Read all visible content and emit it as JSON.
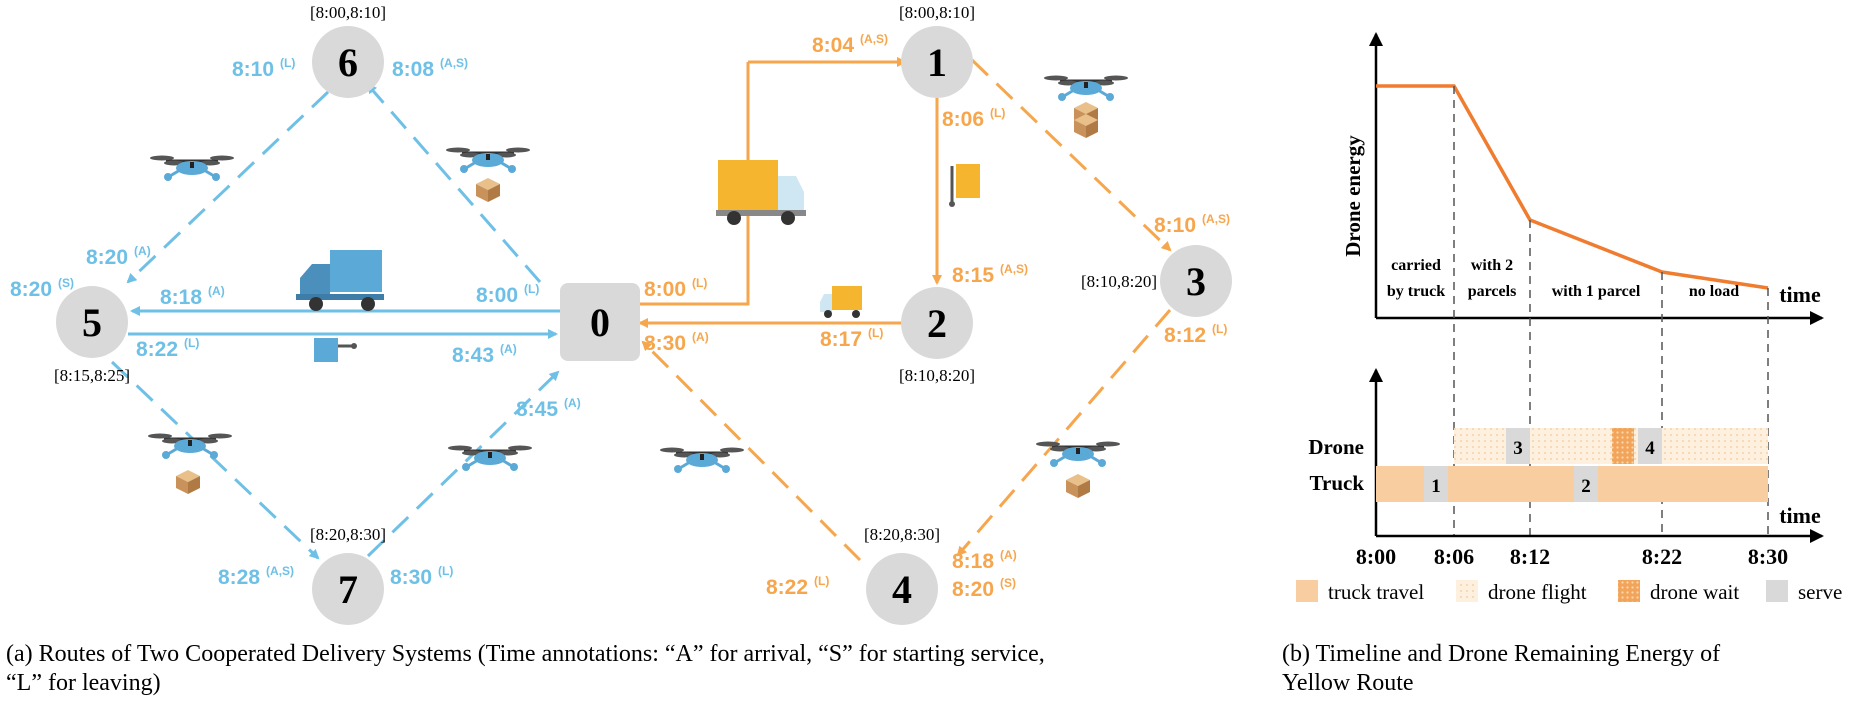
{
  "nodes": [
    {
      "id": "0",
      "label": "0",
      "window": ""
    },
    {
      "id": "1",
      "label": "1",
      "window": "[8:00,8:10]"
    },
    {
      "id": "2",
      "label": "2",
      "window": "[8:10,8:20]"
    },
    {
      "id": "3",
      "label": "3",
      "window": "[8:10,8:20]"
    },
    {
      "id": "4",
      "label": "4",
      "window": "[8:20,8:30]"
    },
    {
      "id": "5",
      "label": "5",
      "window": "[8:15,8:25]"
    },
    {
      "id": "6",
      "label": "6",
      "window": "[8:00,8:10]"
    },
    {
      "id": "7",
      "label": "7",
      "window": "[8:20,8:30]"
    }
  ],
  "time_labels": [
    {
      "t": "8:10",
      "s": "(L)",
      "c": "blue"
    },
    {
      "t": "8:08",
      "s": "(A,S)",
      "c": "blue"
    },
    {
      "t": "8:20",
      "s": "(A)",
      "c": "blue"
    },
    {
      "t": "8:20",
      "s": "(S)",
      "c": "blue"
    },
    {
      "t": "8:18",
      "s": "(A)",
      "c": "blue"
    },
    {
      "t": "8:22",
      "s": "(L)",
      "c": "blue"
    },
    {
      "t": "8:00",
      "s": "(L)",
      "c": "blue"
    },
    {
      "t": "8:43",
      "s": "(A)",
      "c": "blue"
    },
    {
      "t": "8:45",
      "s": "(A)",
      "c": "blue"
    },
    {
      "t": "8:28",
      "s": "(A,S)",
      "c": "blue"
    },
    {
      "t": "8:30",
      "s": "(L)",
      "c": "blue"
    },
    {
      "t": "8:04",
      "s": "(A,S)",
      "c": "orange"
    },
    {
      "t": "8:06",
      "s": "(L)",
      "c": "orange"
    },
    {
      "t": "8:00",
      "s": "(L)",
      "c": "orange"
    },
    {
      "t": "8:15",
      "s": "(A,S)",
      "c": "orange"
    },
    {
      "t": "8:17",
      "s": "(L)",
      "c": "orange"
    },
    {
      "t": "8:30",
      "s": "(A)",
      "c": "orange"
    },
    {
      "t": "8:10",
      "s": "(A,S)",
      "c": "orange"
    },
    {
      "t": "8:12",
      "s": "(L)",
      "c": "orange"
    },
    {
      "t": "8:18",
      "s": "(A)",
      "c": "orange"
    },
    {
      "t": "8:20",
      "s": "(S)",
      "c": "orange"
    },
    {
      "t": "8:22",
      "s": "(L)",
      "c": "orange"
    }
  ],
  "captions": {
    "a_line1": "(a) Routes of Two Cooperated Delivery Systems (Time annotations: “A” for arrival, “S” for starting service,",
    "a_line2": "“L” for leaving)",
    "b_line1": "(b)  Timeline  and  Drone  Remaining  Energy  of",
    "b_line2": "Yellow Route"
  },
  "timeline": {
    "energy_axis_label": "Drone energy",
    "time_label": "time",
    "segments": [
      "carried",
      "by truck",
      "with 2",
      "parcels",
      "with 1 parcel",
      "no load"
    ],
    "row_drone": "Drone",
    "row_truck": "Truck",
    "ticks": [
      "8:00",
      "8:06",
      "8:12",
      "8:22",
      "8:30"
    ],
    "serve_numbers": [
      "1",
      "3",
      "2",
      "4"
    ],
    "legend": [
      "truck travel",
      "drone flight",
      "drone wait",
      "serve"
    ]
  },
  "colors": {
    "blue": "#6ec0e6",
    "orange": "#f6a64d",
    "node": "#d9d9d9",
    "bar": "#f8cda0"
  },
  "icons": [
    "truck-icon",
    "drone-icon",
    "drone-with-parcel-icon"
  ]
}
